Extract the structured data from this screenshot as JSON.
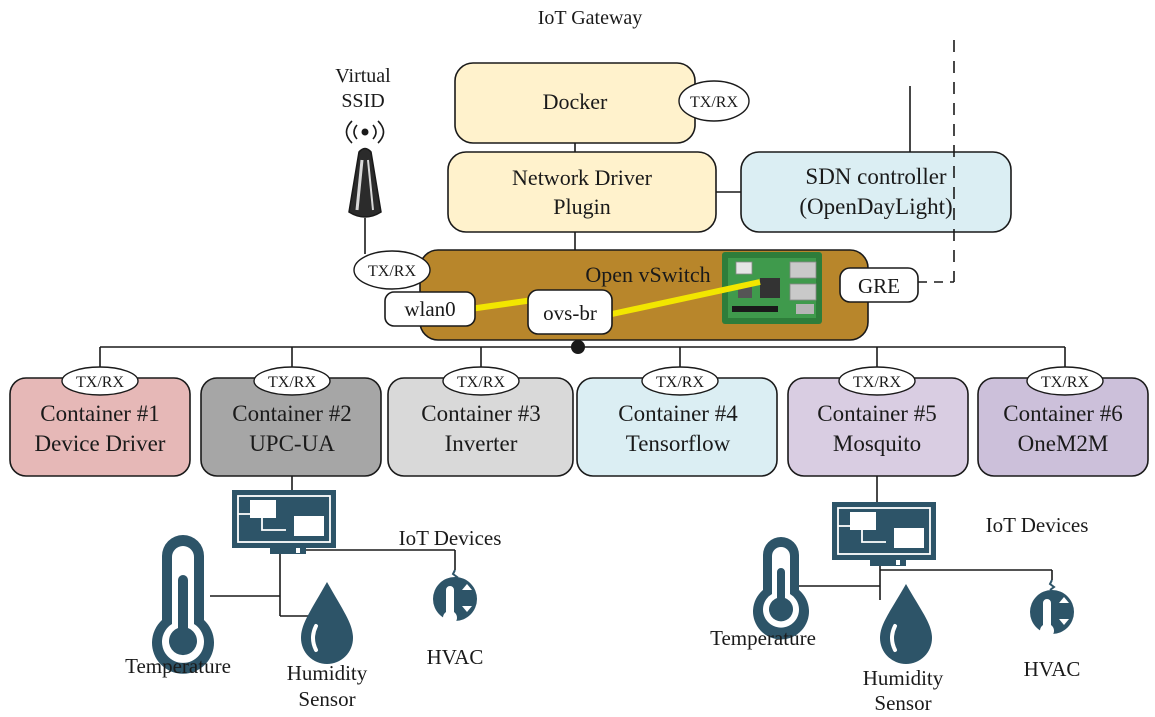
{
  "title": "IoT Gateway",
  "antenna": {
    "label_line1": "Virtual",
    "label_line2": "SSID",
    "txrx": "TX/RX"
  },
  "docker": {
    "label": "Docker",
    "txrx": "TX/RX"
  },
  "network_driver": {
    "line1": "Network Driver",
    "line2": "Plugin"
  },
  "sdn": {
    "line1": "SDN controller",
    "line2": "(OpenDayLight)"
  },
  "ovs": {
    "label": "Open vSwitch",
    "wlan": "wlan0",
    "bridge": "ovs-br",
    "gre": "GRE"
  },
  "containers": [
    {
      "txrx": "TX/RX",
      "line1": "Container #1",
      "line2": "Device Driver",
      "color": "#e6b8b7"
    },
    {
      "txrx": "TX/RX",
      "line1": "Container #2",
      "line2": "UPC-UA",
      "color": "#a6a6a6"
    },
    {
      "txrx": "TX/RX",
      "line1": "Container #3",
      "line2": "Inverter",
      "color": "#d9d9d9"
    },
    {
      "txrx": "TX/RX",
      "line1": "Container #4",
      "line2": "Tensorflow",
      "color": "#dbeef3"
    },
    {
      "txrx": "TX/RX",
      "line1": "Container #5",
      "line2": "Mosquito",
      "color": "#d9cde2"
    },
    {
      "txrx": "TX/RX",
      "line1": "Container #6",
      "line2": "OneM2M",
      "color": "#ccc0da"
    }
  ],
  "left_devices": {
    "heading": "IoT Devices",
    "temperature": "Temperature",
    "humidity_line1": "Humidity",
    "humidity_line2": "Sensor",
    "hvac": "HVAC"
  },
  "right_devices": {
    "heading": "IoT Devices",
    "temperature": "Temperature",
    "humidity_line1": "Humidity",
    "humidity_line2": "Sensor",
    "hvac": "HVAC"
  },
  "colors": {
    "docker": "#fff2cc",
    "network_driver": "#fff2cc",
    "sdn": "#dbeef3",
    "ovs": "#b8862b",
    "device_icon": "#2d5468",
    "link": "#f2e600"
  }
}
